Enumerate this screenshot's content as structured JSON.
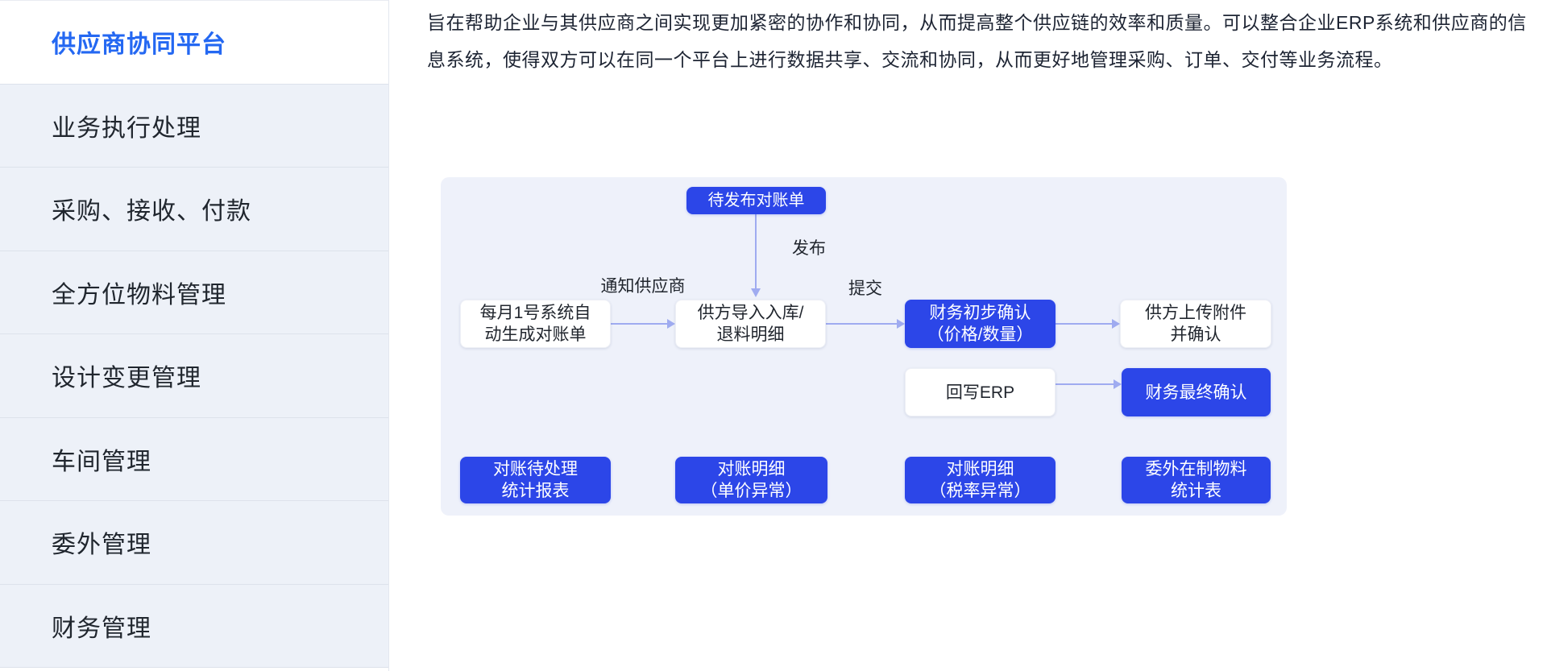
{
  "sidebar": {
    "active_index": 0,
    "items": [
      {
        "label": "供应商协同平台"
      },
      {
        "label": "业务执行处理"
      },
      {
        "label": "采购、接收、付款"
      },
      {
        "label": "全方位物料管理"
      },
      {
        "label": "设计变更管理"
      },
      {
        "label": "车间管理"
      },
      {
        "label": "委外管理"
      },
      {
        "label": "财务管理"
      }
    ]
  },
  "main": {
    "description": "旨在帮助企业与其供应商之间实现更加紧密的协作和协同，从而提高整个供应链的效率和质量。可以整合企业ERP系统和供应商的信息系统，使得双方可以在同一个平台上进行数据共享、交流和协同，从而更好地管理采购、订单、交付等业务流程。"
  },
  "flowchart": {
    "nodes": {
      "pending_statement": {
        "line1": "待发布对账单",
        "style": "blue"
      },
      "auto_generate": {
        "line1": "每月1号系统自",
        "line2": "动生成对账单",
        "style": "white"
      },
      "supplier_import": {
        "line1": "供方导入入库/",
        "line2": "退料明细",
        "style": "white"
      },
      "finance_initial_confirm": {
        "line1": "财务初步确认",
        "line2": "（价格/数量）",
        "style": "blue"
      },
      "supplier_upload_confirm": {
        "line1": "供方上传附件",
        "line2": "并确认",
        "style": "white"
      },
      "write_back_erp": {
        "line1": "回写ERP",
        "style": "white"
      },
      "finance_final_confirm": {
        "line1": "财务最终确认",
        "style": "blue"
      },
      "pending_report": {
        "line1": "对账待处理",
        "line2": "统计报表",
        "style": "blue"
      },
      "detail_unit_price": {
        "line1": "对账明细",
        "line2": "（单价异常）",
        "style": "blue"
      },
      "detail_tax_rate": {
        "line1": "对账明细",
        "line2": "（税率异常）",
        "style": "blue"
      },
      "outsourcing_wip_report": {
        "line1": "委外在制物料",
        "line2": "统计表",
        "style": "blue"
      }
    },
    "edge_labels": {
      "publish": "发布",
      "notify_supplier": "通知供应商",
      "submit": "提交"
    }
  },
  "colors": {
    "node_blue": "#2c46e8",
    "sidebar_active_blue": "#2468f2",
    "arrow": "#9fabf0",
    "panel_bg": "#eef1fa",
    "sidebar_item_bg": "#edf1f8"
  }
}
